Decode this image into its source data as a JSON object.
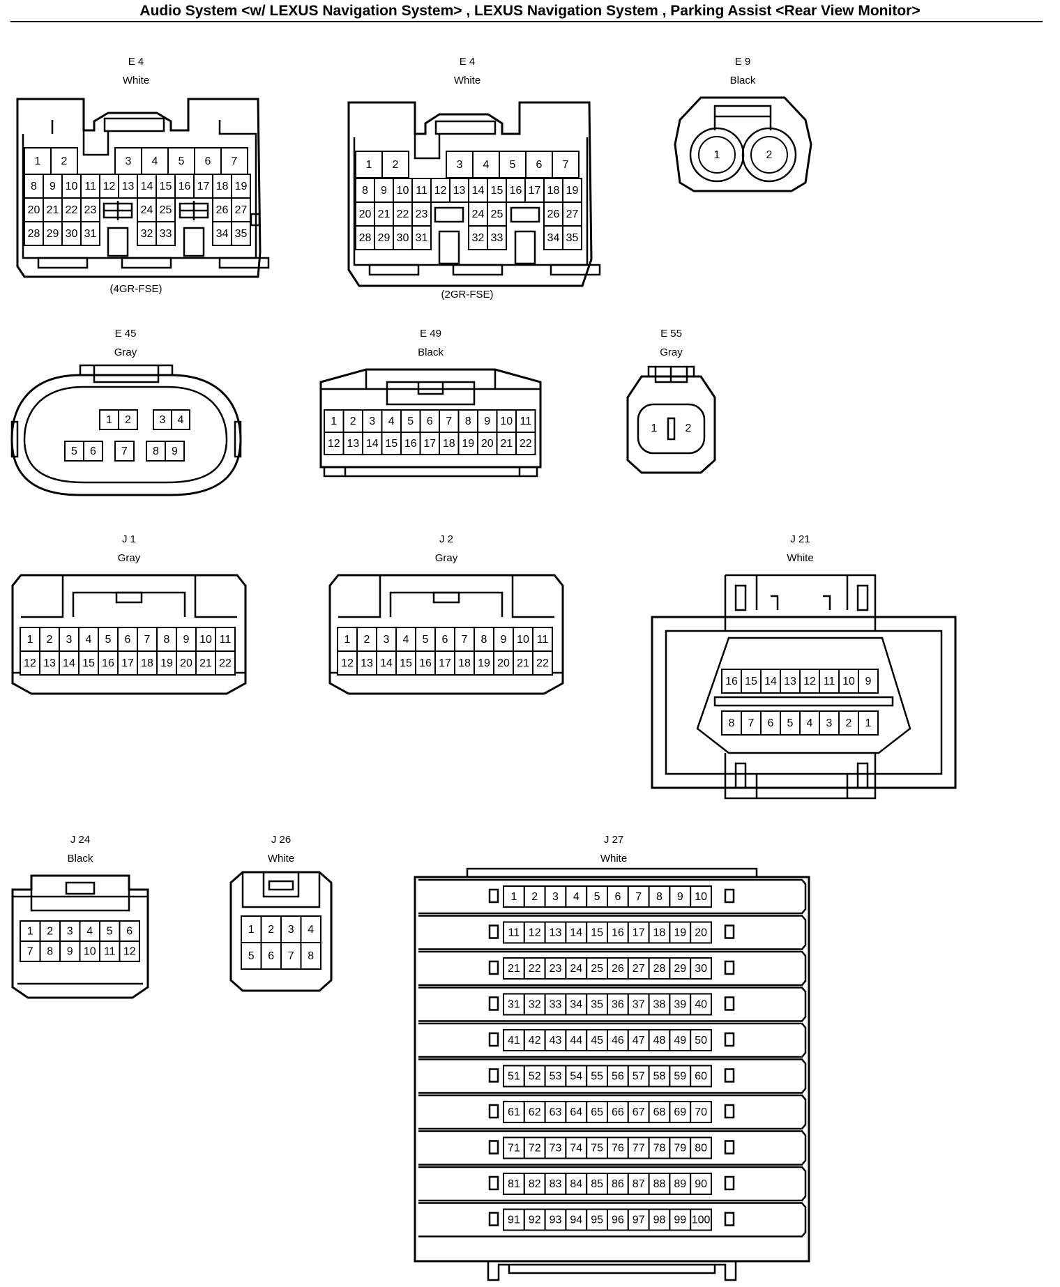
{
  "title": "Audio System <w/ LEXUS Navigation System> , LEXUS Navigation System , Parking Assist <Rear View Monitor>",
  "connectors": {
    "e4a": {
      "id": "E 4",
      "color": "White",
      "note": "(4GR-FSE)"
    },
    "e4b": {
      "id": "E 4",
      "color": "White",
      "note": "(2GR-FSE)"
    },
    "e9": {
      "id": "E 9",
      "color": "Black"
    },
    "e45": {
      "id": "E 45",
      "color": "Gray"
    },
    "e49": {
      "id": "E 49",
      "color": "Black"
    },
    "e55": {
      "id": "E 55",
      "color": "Gray"
    },
    "j1": {
      "id": "J 1",
      "color": "Gray"
    },
    "j2": {
      "id": "J 2",
      "color": "Gray"
    },
    "j21": {
      "id": "J 21",
      "color": "White"
    },
    "j24": {
      "id": "J 24",
      "color": "Black"
    },
    "j26": {
      "id": "J 26",
      "color": "White"
    },
    "j27": {
      "id": "J 27",
      "color": "White"
    }
  }
}
